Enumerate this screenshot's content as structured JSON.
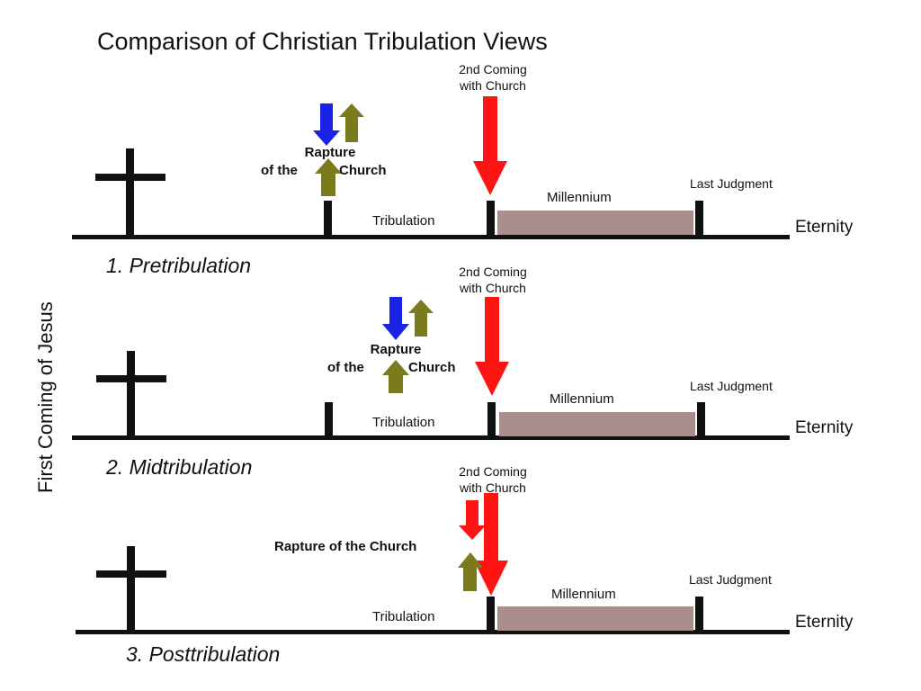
{
  "title": "Comparison of Christian Tribulation Views",
  "side_label": "First Coming of Jesus",
  "colors": {
    "line": "#111111",
    "millennium_bar": "#a88f8c",
    "second_coming_arrow": "#ff1414",
    "rapture_up_arrow": "#7b7a1c",
    "rapture_down_arrow": "#1a22e6"
  },
  "icons": {
    "first_coming": "cross-icon",
    "second_coming": "arrow-down-icon",
    "rapture_up": "arrow-up-icon",
    "rapture_down": "arrow-down-icon"
  },
  "views": [
    {
      "name": "1. Pretribulation",
      "second_coming_line1": "2nd Coming",
      "second_coming_line2": "with Church",
      "rapture_line1": "Rapture",
      "rapture_line2a": "of the",
      "rapture_line2b": "Church",
      "tribulation": "Tribulation",
      "millennium": "Millennium",
      "last_judgment": "Last Judgment",
      "eternity": "Eternity"
    },
    {
      "name": "2. Midtribulation",
      "second_coming_line1": "2nd Coming",
      "second_coming_line2": "with Church",
      "rapture_line1": "Rapture",
      "rapture_line2a": "of the",
      "rapture_line2b": "Church",
      "tribulation": "Tribulation",
      "millennium": "Millennium",
      "last_judgment": "Last Judgment",
      "eternity": "Eternity"
    },
    {
      "name": "3. Posttribulation",
      "second_coming_line1": "2nd Coming",
      "second_coming_line2": "with Church",
      "rapture_single": "Rapture of the Church",
      "tribulation": "Tribulation",
      "millennium": "Millennium",
      "last_judgment": "Last Judgment",
      "eternity": "Eternity"
    }
  ]
}
